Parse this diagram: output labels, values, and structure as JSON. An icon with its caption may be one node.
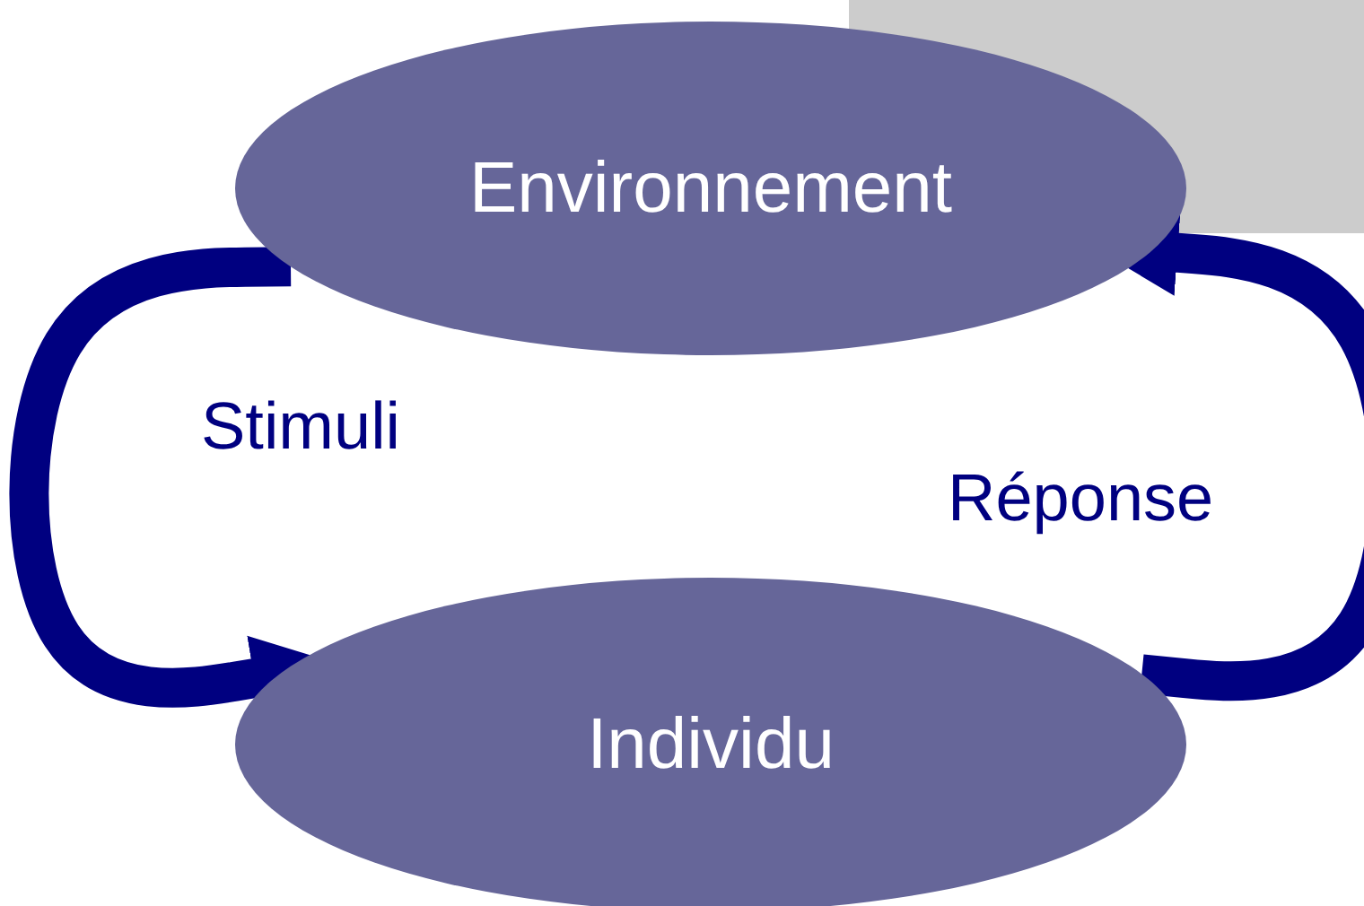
{
  "diagram": {
    "nodes": [
      {
        "text": [
          "Environnement"
        ]
      },
      {
        "text": [
          "Individu"
        ]
      }
    ],
    "edges": [
      {
        "from": 0,
        "to": 1,
        "arrow": "to",
        "label": "Stimuli"
      },
      {
        "from": 1,
        "to": 0,
        "arrow": "to",
        "label": "Réponse"
      }
    ]
  }
}
